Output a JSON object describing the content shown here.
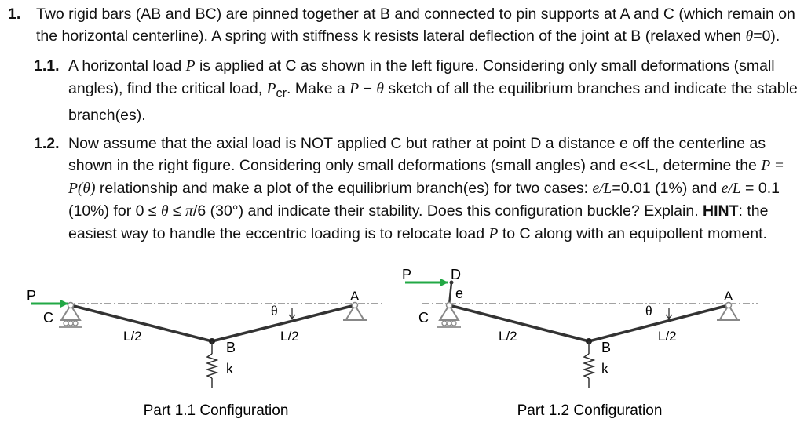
{
  "problem": {
    "number": "1.",
    "text_a": "Two rigid bars (AB and BC) are pinned together at B and connected to pin supports at A and C (which remain on the horizontal centerline).  A spring with stiffness k resists lateral deflection of the joint at B (relaxed when ",
    "text_b": "=0).",
    "theta": "θ"
  },
  "part1": {
    "number": "1.1.",
    "t1": "A horizontal load ",
    "p": "P",
    "t2": " is applied at C as shown in the left figure. Considering only small deformations (small angles), find the critical load, ",
    "pcr": "P",
    "pcr_sub": "cr",
    "t3": ". Make a ",
    "p2": "P",
    "t4": " − ",
    "theta": "θ",
    "t5": " sketch of all the equilibrium branches and indicate the stable branch(es)."
  },
  "part2": {
    "number": "1.2.",
    "t1": "Now assume that the axial load is NOT applied C but rather at point D a distance e off the centerline as shown in the right figure.  Considering only small deformations (small angles) and e<<L, determine the ",
    "rel": "P = P(θ)",
    "t2": " relationship and make a plot of the equilibrium branch(es) for two cases: ",
    "c1": "e/L",
    "t3": "=0.01 (1%) and ",
    "c2": "e/L",
    "t4": " = 0.1 (10%) for 0 ≤ ",
    "theta": "θ",
    "t5": " ≤ ",
    "pi": "π",
    "t6": "/6 (30°) and indicate their stability. Does this configuration buckle? Explain. ",
    "hint": "HINT",
    "t7": ": the easiest way to handle the eccentric loading is to relocate load ",
    "p": "P",
    "t8": " to C along with an equipollent moment."
  },
  "figure1": {
    "P": "P",
    "C": "C",
    "A": "A",
    "B": "B",
    "k": "k",
    "theta": "θ",
    "L1": "L/2",
    "L2": "L/2",
    "caption": "Part 1.1 Configuration"
  },
  "figure2": {
    "P": "P",
    "D": "D",
    "e": "e",
    "C": "C",
    "A": "A",
    "B": "B",
    "k": "k",
    "theta": "θ",
    "L1": "L/2",
    "L2": "L/2",
    "caption": "Part 1.2 Configuration"
  },
  "colors": {
    "arrow": "#22a845",
    "text": "#111111",
    "support": "#8a8a8a"
  }
}
